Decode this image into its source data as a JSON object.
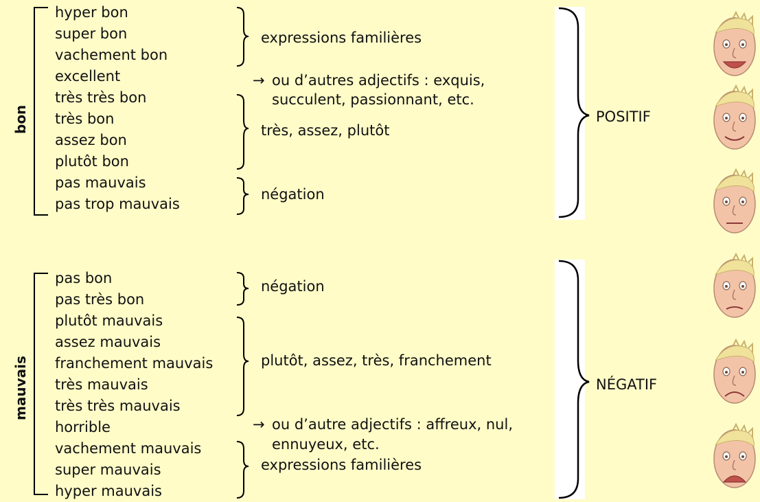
{
  "bon": {
    "label": "bon",
    "items": [
      "hyper bon",
      "super bon",
      "vachement bon",
      "excellent",
      "très très bon",
      "très bon",
      "assez bon",
      "plutôt bon",
      "pas mauvais",
      "pas trop mauvais"
    ],
    "note_familier": "expressions familières",
    "note_adj_line1": "ou d’autres adjectifs : exquis,",
    "note_adj_line2": "succulent, passionnant, etc.",
    "note_adverbes": "très, assez, plutôt",
    "note_negation": "négation",
    "result": "POSITIF"
  },
  "mauvais": {
    "label": "mauvais",
    "items": [
      "pas bon",
      "pas très bon",
      "plutôt mauvais",
      "assez mauvais",
      "franchement mauvais",
      "très mauvais",
      "très très mauvais",
      "horrible",
      "vachement mauvais",
      "super mauvais",
      "hyper mauvais"
    ],
    "note_negation": "négation",
    "note_adverbes": "plutôt, assez, très, franchement",
    "note_adj_line1": "ou d’autre adjectifs : affreux, nul,",
    "note_adj_line2": "ennuyeux, etc.",
    "note_familier": "expressions familières",
    "result": "NÉGATIF"
  },
  "arrow_glyph": "→",
  "faces": [
    "very-happy-face-icon",
    "happy-face-icon",
    "neutral-face-icon",
    "worried-face-icon",
    "unhappy-face-icon",
    "very-unhappy-face-icon"
  ]
}
